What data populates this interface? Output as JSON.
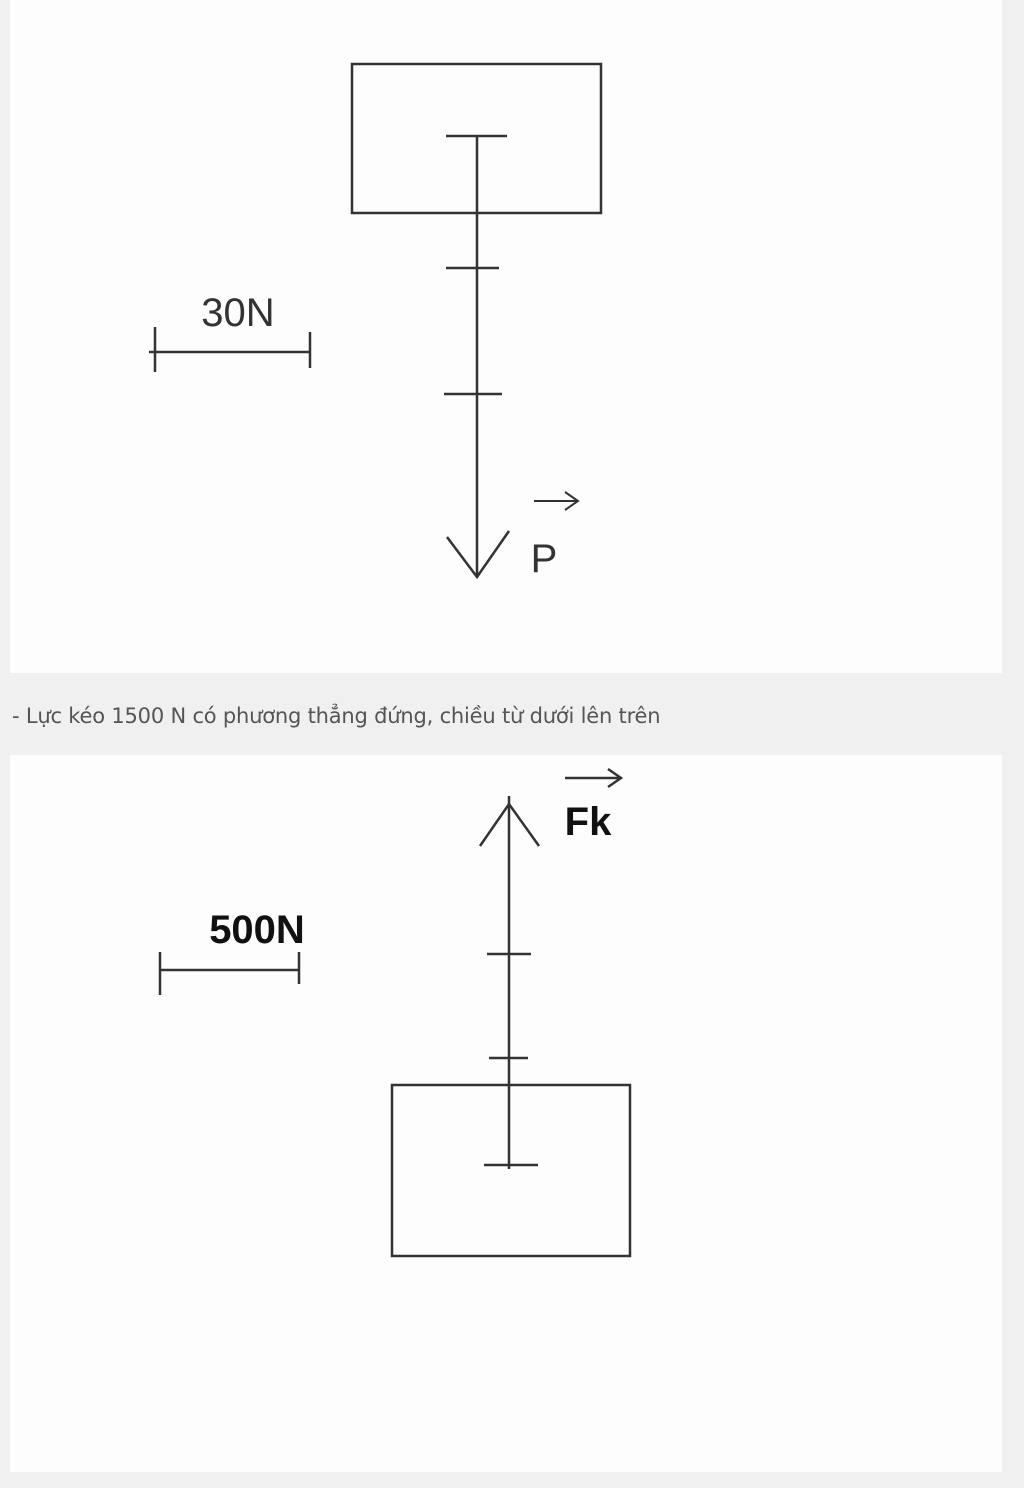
{
  "diagram1": {
    "scale_label": "30N",
    "force_label": "P"
  },
  "caption": "- Lực kéo 1500 N có phương thẳng đứng, chiều từ dưới lên trên",
  "diagram2": {
    "scale_label": "500N",
    "force_label": "Fk"
  },
  "colors": {
    "background": "#f0f0f0",
    "panel": "#fdfdfd",
    "stroke": "#333333",
    "caption_text": "#555555"
  }
}
